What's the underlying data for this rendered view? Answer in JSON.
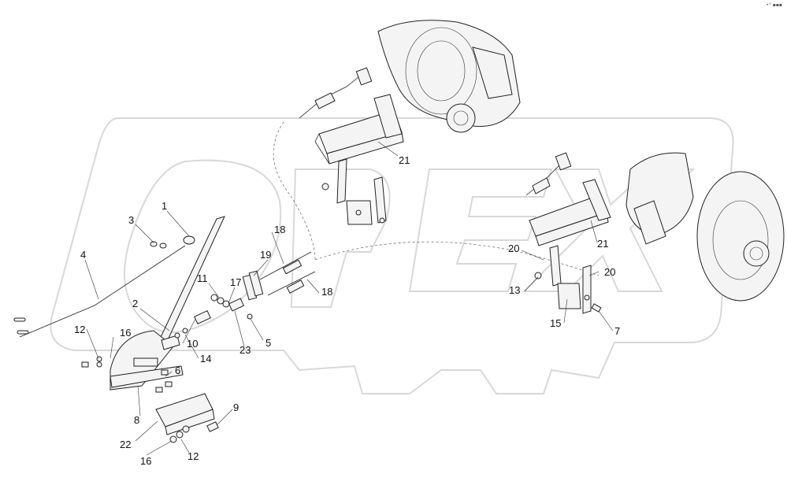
{
  "corner_mark": "•° ▪▪▪",
  "labels": {
    "l1": "1",
    "l2": "2",
    "l3": "3",
    "l4": "4",
    "l5": "5",
    "l6": "6",
    "l7": "7",
    "l8": "8",
    "l9": "9",
    "l10": "10",
    "l11": "11",
    "l12a": "12",
    "l12b": "12",
    "l13": "13",
    "l14": "14",
    "l15": "15",
    "l16a": "16",
    "l16b": "16",
    "l17": "17",
    "l18a": "18",
    "l18b": "18",
    "l19": "19",
    "l20a": "20",
    "l20b": "20",
    "l21a": "21",
    "l21b": "21",
    "l22": "22",
    "l23": "23"
  }
}
